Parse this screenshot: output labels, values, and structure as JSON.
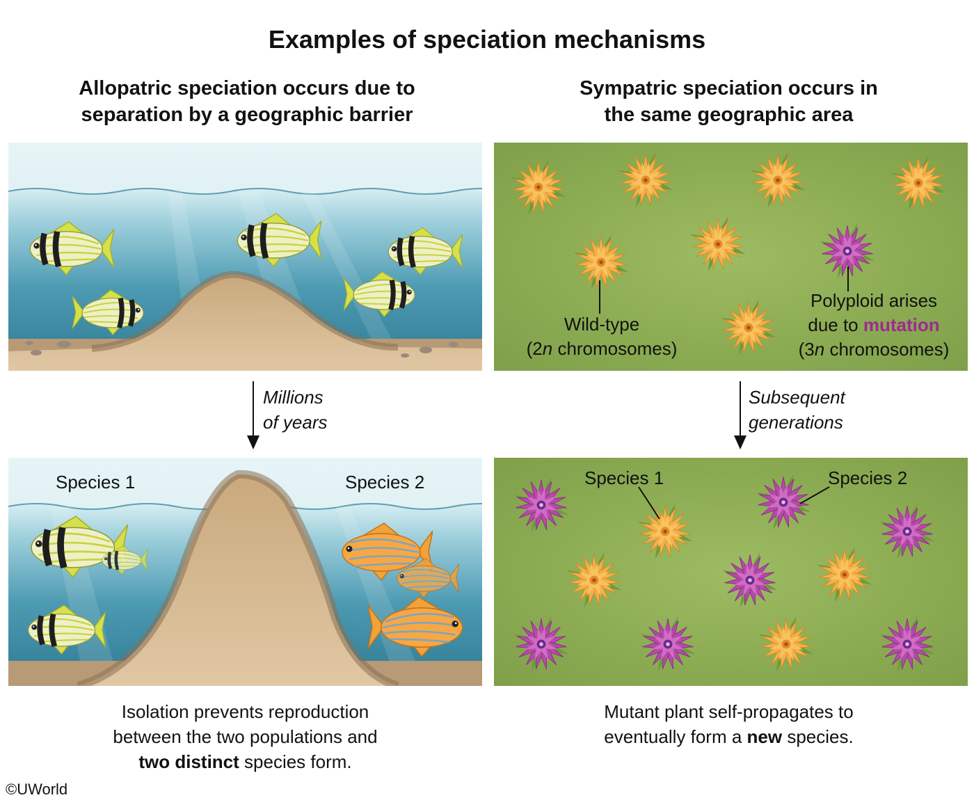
{
  "title": "Examples of speciation mechanisms",
  "allopatric": {
    "heading_line1": "Allopatric speciation occurs due to",
    "heading_line2": "separation by a geographic barrier",
    "arrow_line1": "Millions",
    "arrow_line2": "of years",
    "species1_label": "Species 1",
    "species2_label": "Species 2",
    "caption_line1": "Isolation prevents reproduction",
    "caption_line2": "between the two populations and",
    "caption_line3_bold": "two distinct",
    "caption_line3_rest": " species form."
  },
  "sympatric": {
    "heading_line1": "Sympatric speciation occurs in",
    "heading_line2": "the same geographic area",
    "wildtype_line1": "Wild-type",
    "wildtype_line2_pre": "(2",
    "wildtype_line2_n": "n",
    "wildtype_line2_post": " chromosomes)",
    "polyploid_line1": "Polyploid arises",
    "polyploid_line2_pre": "due to ",
    "polyploid_line2_mut": "mutation",
    "polyploid_line3_pre": "(3",
    "polyploid_line3_n": "n",
    "polyploid_line3_post": " chromosomes)",
    "arrow_line1": "Subsequent",
    "arrow_line2": "generations",
    "species1_label": "Species 1",
    "species2_label": "Species 2",
    "caption_line1": "Mutant plant self-propagates to",
    "caption_line2_pre": "eventually form a ",
    "caption_line2_bold": "new",
    "caption_line2_post": " species."
  },
  "copyright": "©UWorld",
  "colors": {
    "water": "#3f90a8",
    "sand": "#d6bb96",
    "grass": "#8cac54",
    "yellow_flower": "#f2ae3c",
    "purple_flower": "#b347a6",
    "mutation_text": "#a0298f"
  },
  "icons": [
    "yellow-fish-icon",
    "orange-fish-icon",
    "yellow-flower-icon",
    "purple-flower-icon",
    "down-arrow-icon"
  ]
}
